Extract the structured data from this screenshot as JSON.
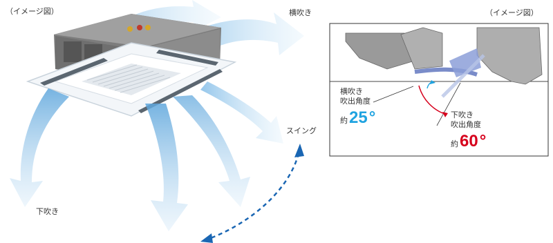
{
  "labels": {
    "image_note_left": "（イメージ図）",
    "image_note_right": "（イメージ図）",
    "horizontal_blow": "横吹き",
    "downward_blow": "下吹き",
    "swing": "スイング"
  },
  "angles": {
    "horizontal": {
      "line1": "横吹き",
      "line2": "吹出角度",
      "approx": "約",
      "value": "25",
      "unit": "°",
      "color": "#1fa3e0"
    },
    "downward": {
      "line1": "下吹き",
      "line2": "吹出角度",
      "approx": "約",
      "value": "60",
      "unit": "°",
      "color": "#d6001c"
    }
  },
  "colors": {
    "airflow": "#9ccbea",
    "swing_arrow": "#1a66b3",
    "unit_body": "#8a8a8a",
    "panel": "#eef3f7"
  }
}
